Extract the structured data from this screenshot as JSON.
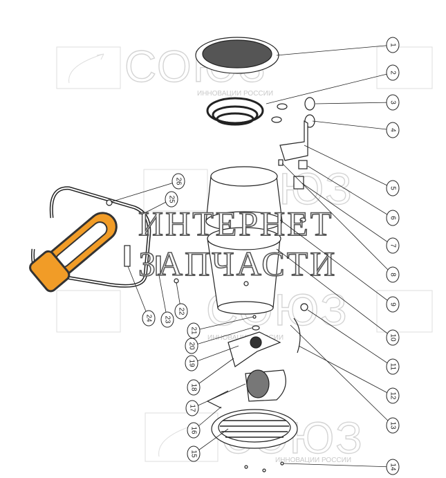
{
  "watermark": {
    "brand": "СОЮЗ",
    "tagline": "ИННОВАЦИИ РОССИИ"
  },
  "overlay_logo": {
    "line1": "ИНТЕРНЕТ",
    "line2": "ЗАПЧАСТИ"
  },
  "callouts": [
    "1",
    "2",
    "3",
    "4",
    "5",
    "6",
    "7",
    "8",
    "9",
    "10",
    "11",
    "12",
    "13",
    "14",
    "15",
    "16",
    "17",
    "18",
    "19",
    "20",
    "21",
    "22",
    "23",
    "24",
    "25",
    "26"
  ]
}
